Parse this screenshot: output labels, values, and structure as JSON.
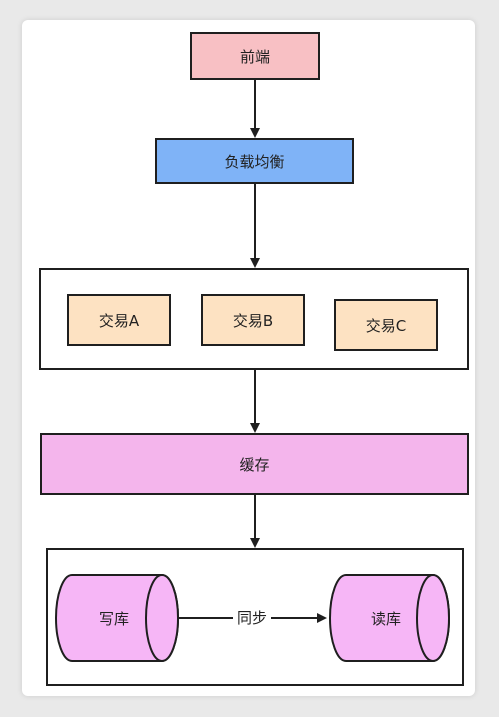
{
  "nodes": {
    "frontend": "前端",
    "load_balancer": "负载均衡",
    "trade_a": "交易A",
    "trade_b": "交易B",
    "trade_c": "交易C",
    "cache": "缓存",
    "write_db": "写库",
    "read_db": "读库"
  },
  "edges": {
    "sync_label": "同步"
  },
  "colors": {
    "frontend_fill": "#f8c0c4",
    "load_balancer_fill": "#7fb3f7",
    "trade_fill": "#fde2c2",
    "cache_fill": "#f4b5ec",
    "db_fill": "#f6b6f6",
    "stroke": "#1f1f1f"
  }
}
